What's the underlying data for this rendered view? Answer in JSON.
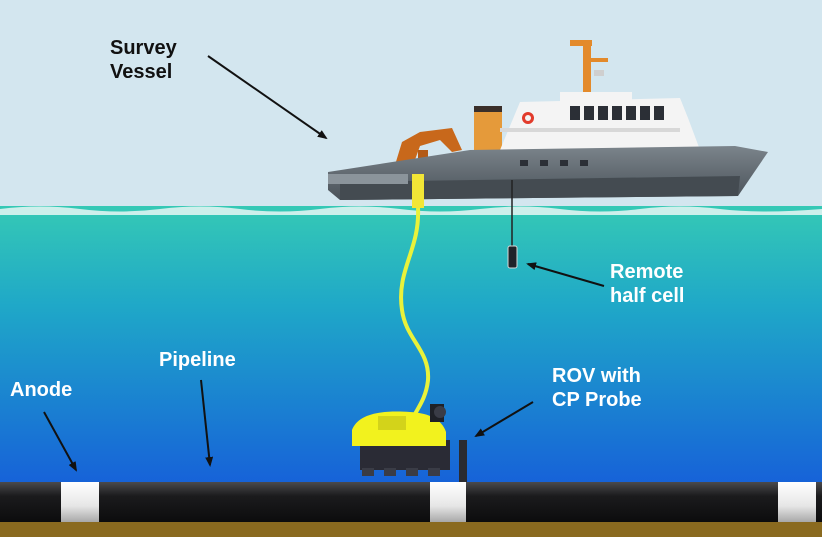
{
  "labels": {
    "survey_vessel": [
      "Survey",
      "Vessel"
    ],
    "remote_half_cell": [
      "Remote",
      "half cell"
    ],
    "pipeline": "Pipeline",
    "anode": "Anode",
    "rov": [
      "ROV with",
      "CP Probe"
    ]
  },
  "colors": {
    "sky": "#d3e6ef",
    "water_top": "#2fc3b3",
    "water_bottom": "#1a66d6",
    "seabed": "#8a6a1f",
    "pipeline": "#1d1d1f",
    "anode": "#f2f2f2",
    "umbilical": "#e9f23a",
    "rov_body": "#f2f21e",
    "hull": "#5d666e",
    "crane": "#c8681b",
    "mast": "#e38a2b"
  }
}
